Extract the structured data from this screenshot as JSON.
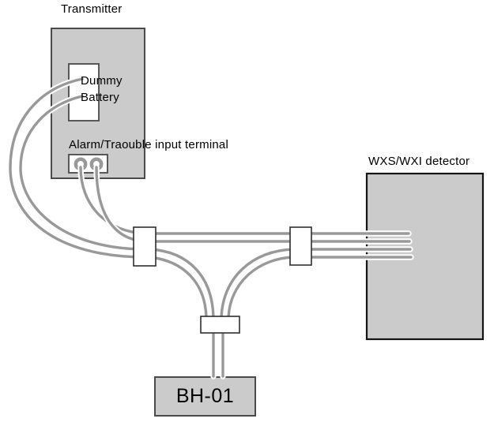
{
  "labels": {
    "transmitter": "Transmitter",
    "dummy_battery_line1": "Dummy",
    "dummy_battery_line2": "Battery",
    "alarm_terminal": "Alarm/Traouble input terminal",
    "detector": "WXS/WXI detector",
    "bh01": "BH-01"
  },
  "colors": {
    "background": "#ffffff",
    "box_fill": "#cbcbcb",
    "box_border": "#4a4a4a",
    "detector_border": "#141414",
    "junction_fill": "#ffffff",
    "junction_border": "#2e2e2e",
    "wire": "#999999",
    "wire_casing": "#ffffff",
    "text": "#000000"
  }
}
